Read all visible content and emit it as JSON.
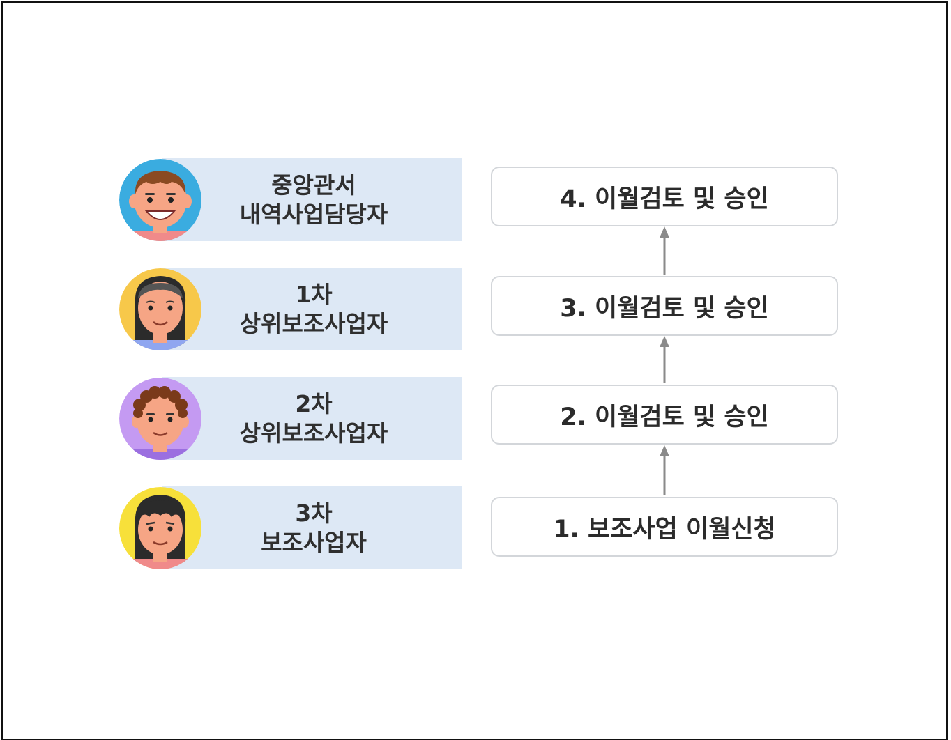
{
  "roles": [
    {
      "line1": "중앙관서",
      "line2": "내역사업담당자",
      "avatar": "avatar-smiling-man-blue"
    },
    {
      "line1": "1차",
      "line2": "상위보조사업자",
      "avatar": "avatar-woman-long-hair-yellow"
    },
    {
      "line1": "2차",
      "line2": "상위보조사업자",
      "avatar": "avatar-curly-man-purple"
    },
    {
      "line1": "3차",
      "line2": "보조사업자",
      "avatar": "avatar-woman-bangs-yellow"
    }
  ],
  "steps": [
    {
      "label": "4. 이월검토 및 승인"
    },
    {
      "label": "3. 이월검토 및 승인"
    },
    {
      "label": "2. 이월검토 및 승인"
    },
    {
      "label": "1. 보조사업 이월신청"
    }
  ],
  "colors": {
    "role_band": "#dde8f5",
    "step_border": "#d3d6da",
    "arrow": "#8a8a8a",
    "avatar_bg": [
      "#3aace0",
      "#f7c84a",
      "#c49af2",
      "#f7e03a"
    ],
    "skin": "#f6a585"
  }
}
